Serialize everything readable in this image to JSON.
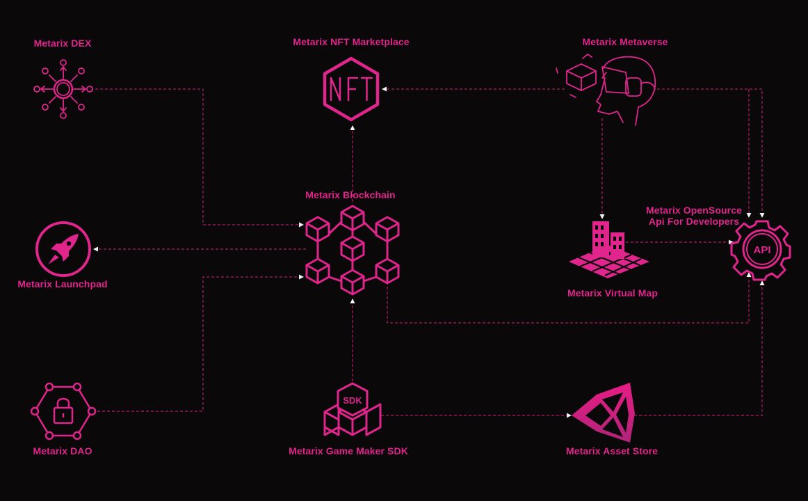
{
  "nodes": {
    "dex": {
      "label": "Metarix DEX",
      "icon": "network-hub-icon"
    },
    "nft": {
      "label": "Metarix NFT Marketplace",
      "icon": "nft-hexagon-icon",
      "icon_text": "NFT"
    },
    "metaverse": {
      "label": "Metarix Metaverse",
      "icon": "vr-headset-icon"
    },
    "blockchain": {
      "label": "Metarix Blockchain",
      "icon": "blockchain-cubes-icon"
    },
    "launchpad": {
      "label": "Metarix Launchpad",
      "icon": "rocket-icon"
    },
    "virtual_map": {
      "label": "Metarix Virtual Map",
      "icon": "city-map-icon"
    },
    "api": {
      "label_line1": "Metarix OpenSource",
      "label_line2": "Api For Developers",
      "icon": "api-gear-icon",
      "icon_text": "API"
    },
    "dao": {
      "label": "Metarix DAO",
      "icon": "lock-network-icon"
    },
    "sdk": {
      "label": "Metarix Game Maker SDK",
      "icon": "sdk-cubes-icon",
      "icon_text": "SDK"
    },
    "asset_store": {
      "label": "Metarix Asset Store",
      "icon": "unity-logo-icon"
    }
  },
  "colors": {
    "background": "#0a0809",
    "accent": "#e0258c",
    "connector": "#d81f7f",
    "arrowhead": "#f2f2f2"
  }
}
